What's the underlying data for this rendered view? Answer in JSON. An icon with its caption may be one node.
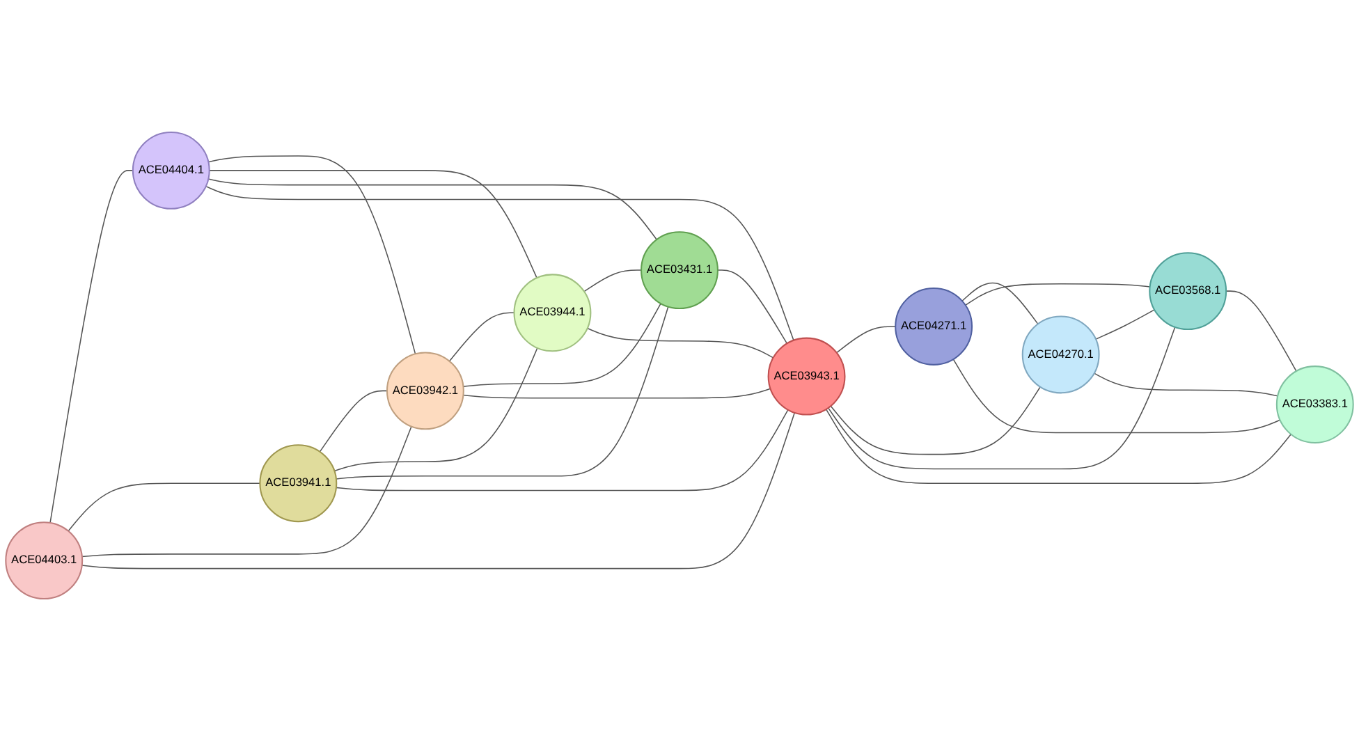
{
  "diagram": {
    "nodes": [
      {
        "text": [
          "ACE04403.1"
        ]
      },
      {
        "text": [
          "ACE04404.1"
        ]
      },
      {
        "text": [
          "ACE03941.1"
        ]
      },
      {
        "text": [
          "ACE03942.1"
        ]
      },
      {
        "text": [
          "ACE03944.1"
        ]
      },
      {
        "text": [
          "ACE03431.1"
        ]
      },
      {
        "text": [
          "ACE03943.1"
        ]
      },
      {
        "text": [
          "ACE04271.1"
        ]
      },
      {
        "text": [
          "ACE04270.1"
        ]
      },
      {
        "text": [
          "ACE03568.1"
        ]
      },
      {
        "text": [
          "ACE03383.1"
        ]
      }
    ],
    "edges": [
      {
        "from": 0,
        "to": 1,
        "arrow": "none"
      },
      {
        "from": 0,
        "to": 2,
        "arrow": "none"
      },
      {
        "from": 0,
        "to": 3,
        "arrow": "none"
      },
      {
        "from": 0,
        "to": 6,
        "arrow": "none"
      },
      {
        "from": 1,
        "to": 3,
        "arrow": "none"
      },
      {
        "from": 1,
        "to": 4,
        "arrow": "none"
      },
      {
        "from": 1,
        "to": 5,
        "arrow": "none"
      },
      {
        "from": 1,
        "to": 6,
        "arrow": "none"
      },
      {
        "from": 2,
        "to": 3,
        "arrow": "none"
      },
      {
        "from": 2,
        "to": 4,
        "arrow": "none"
      },
      {
        "from": 2,
        "to": 5,
        "arrow": "none"
      },
      {
        "from": 2,
        "to": 6,
        "arrow": "none"
      },
      {
        "from": 3,
        "to": 4,
        "arrow": "none"
      },
      {
        "from": 3,
        "to": 5,
        "arrow": "none"
      },
      {
        "from": 3,
        "to": 6,
        "arrow": "none"
      },
      {
        "from": 4,
        "to": 5,
        "arrow": "none"
      },
      {
        "from": 4,
        "to": 6,
        "arrow": "none"
      },
      {
        "from": 5,
        "to": 6,
        "arrow": "none"
      },
      {
        "from": 6,
        "to": 7,
        "arrow": "none"
      },
      {
        "from": 6,
        "to": 8,
        "arrow": "none"
      },
      {
        "from": 6,
        "to": 9,
        "arrow": "none"
      },
      {
        "from": 6,
        "to": 10,
        "arrow": "none"
      },
      {
        "from": 7,
        "to": 8,
        "arrow": "none"
      },
      {
        "from": 7,
        "to": 9,
        "arrow": "none"
      },
      {
        "from": 7,
        "to": 10,
        "arrow": "none"
      },
      {
        "from": 8,
        "to": 9,
        "arrow": "none"
      },
      {
        "from": 8,
        "to": 10,
        "arrow": "none"
      },
      {
        "from": 9,
        "to": 10,
        "arrow": "none"
      }
    ]
  }
}
